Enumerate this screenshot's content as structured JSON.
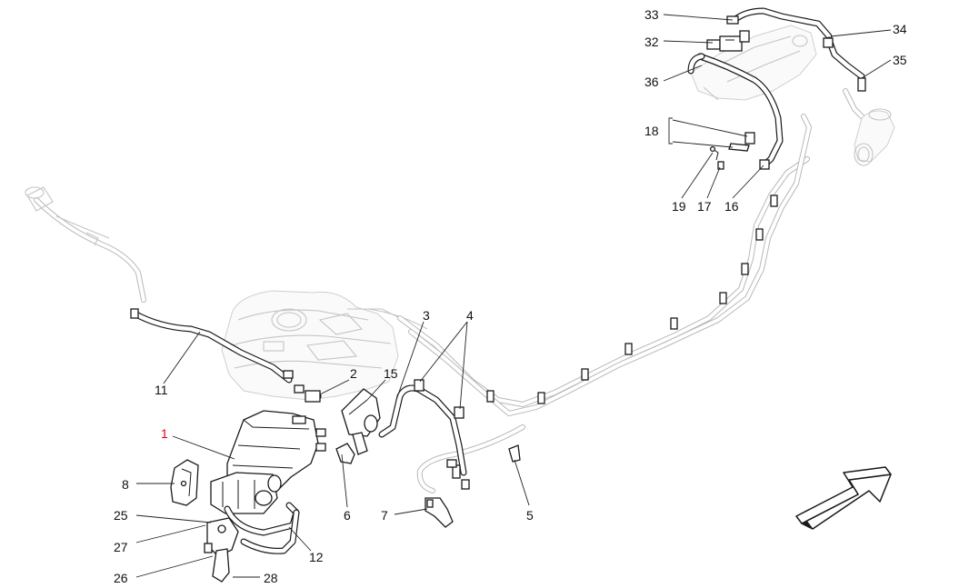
{
  "diagram": {
    "callouts": [
      {
        "id": "33",
        "text": "33",
        "highlight": false
      },
      {
        "id": "32",
        "text": "32",
        "highlight": false
      },
      {
        "id": "36",
        "text": "36",
        "highlight": false
      },
      {
        "id": "34",
        "text": "34",
        "highlight": false
      },
      {
        "id": "35",
        "text": "35",
        "highlight": false
      },
      {
        "id": "18",
        "text": "18",
        "highlight": false
      },
      {
        "id": "19",
        "text": "19",
        "highlight": false
      },
      {
        "id": "17",
        "text": "17",
        "highlight": false
      },
      {
        "id": "16",
        "text": "16",
        "highlight": false
      },
      {
        "id": "3",
        "text": "3",
        "highlight": false
      },
      {
        "id": "4",
        "text": "4",
        "highlight": false
      },
      {
        "id": "2",
        "text": "2",
        "highlight": false
      },
      {
        "id": "15",
        "text": "15",
        "highlight": false
      },
      {
        "id": "11",
        "text": "11",
        "highlight": false
      },
      {
        "id": "1",
        "text": "1",
        "highlight": true
      },
      {
        "id": "8",
        "text": "8",
        "highlight": false
      },
      {
        "id": "6",
        "text": "6",
        "highlight": false
      },
      {
        "id": "7",
        "text": "7",
        "highlight": false
      },
      {
        "id": "5",
        "text": "5",
        "highlight": false
      },
      {
        "id": "25",
        "text": "25",
        "highlight": false
      },
      {
        "id": "27",
        "text": "27",
        "highlight": false
      },
      {
        "id": "12",
        "text": "12",
        "highlight": false
      },
      {
        "id": "26",
        "text": "26",
        "highlight": false
      },
      {
        "id": "28",
        "text": "28",
        "highlight": false
      }
    ],
    "colors": {
      "line": "#1a1a1a",
      "ghost": "#c4c4c4",
      "callout_highlight": "#e0001b"
    },
    "icons": [
      "direction-arrow-icon"
    ]
  }
}
